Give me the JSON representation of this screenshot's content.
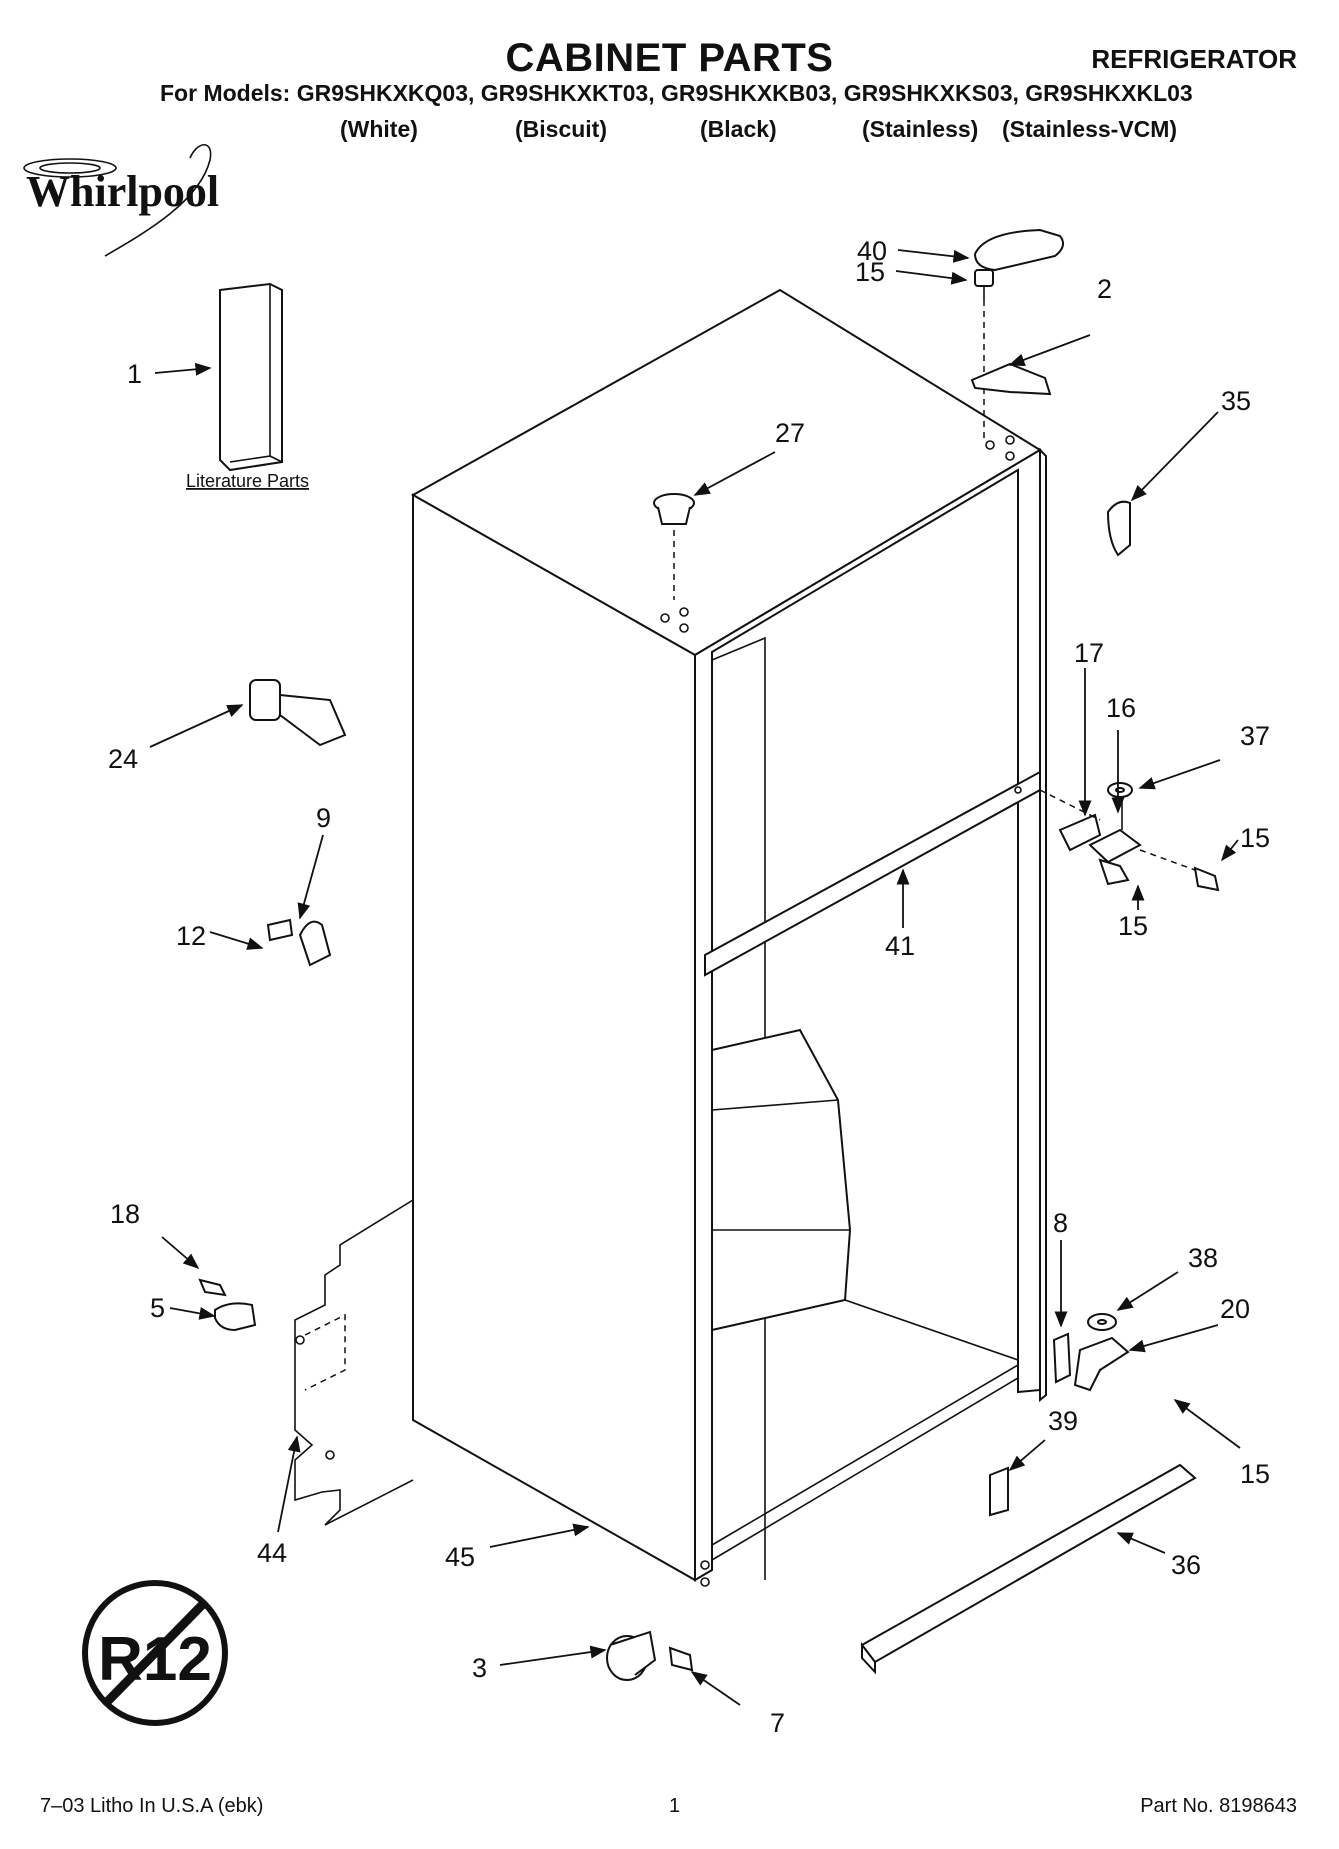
{
  "header": {
    "title": "CABINET PARTS",
    "doc_type": "REFRIGERATOR",
    "models_line": "For Models: GR9SHKXKQ03, GR9SHKXKT03, GR9SHKXKB03, GR9SHKXKS03, GR9SHKXKL03",
    "variants": [
      "(White)",
      "(Biscuit)",
      "(Black)",
      "(Stainless)",
      "(Stainless-VCM)"
    ]
  },
  "brand": {
    "logo_text": "Whirlpool"
  },
  "literature_label": "Literature Parts",
  "no_r12_symbol_text": "R12",
  "callouts": {
    "c1": "1",
    "c2": "2",
    "c3": "3",
    "c5": "5",
    "c7": "7",
    "c8": "8",
    "c9": "9",
    "c12": "12",
    "c15a": "15",
    "c15b": "15",
    "c15c": "15",
    "c15d": "15",
    "c16": "16",
    "c17": "17",
    "c18": "18",
    "c20": "20",
    "c24": "24",
    "c27": "27",
    "c35": "35",
    "c36": "36",
    "c37": "37",
    "c38": "38",
    "c39": "39",
    "c40": "40",
    "c41": "41",
    "c44": "44",
    "c45": "45"
  },
  "footer": {
    "left": "7–03 Litho In U.S.A (ebk)",
    "page": "1",
    "right": "Part No. 8198643"
  }
}
